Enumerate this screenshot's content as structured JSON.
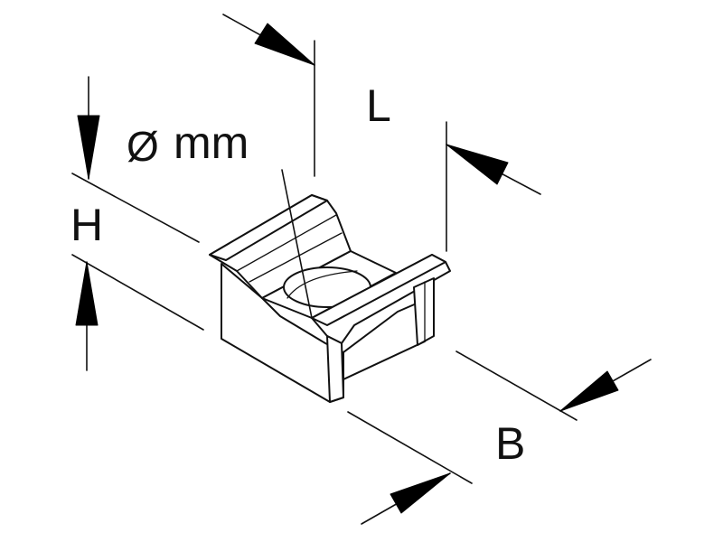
{
  "labels": {
    "length": "L",
    "height": "H",
    "width": "B",
    "diameter_symbol": "Ø",
    "diameter_unit": "mm"
  }
}
